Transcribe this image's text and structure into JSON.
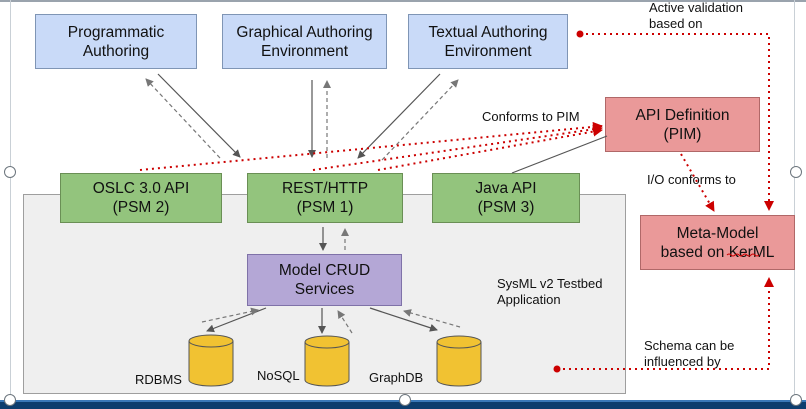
{
  "authoring": {
    "programmatic": "Programmatic\nAuthoring",
    "graphical": "Graphical Authoring\nEnvironment",
    "textual": "Textual Authoring\nEnvironment"
  },
  "psm": {
    "oslc": "OSLC 3.0 API\n(PSM 2)",
    "rest": "REST/HTTP\n(PSM 1)",
    "java": "Java API\n(PSM 3)"
  },
  "api_definition": "API Definition\n(PIM)",
  "meta_model": "Meta-Model\nbased on KerML",
  "crud": "Model CRUD\nServices",
  "databases": {
    "rdbms": "RDBMS",
    "nosql": "NoSQL",
    "graphdb": "GraphDB"
  },
  "labels": {
    "active_validation": "Active validation\nbased on",
    "conforms_to_pim": "Conforms to PIM",
    "io_conforms": "I/O conforms to",
    "testbed": "SysML v2 Testbed\nApplication",
    "schema": "Schema can be\ninfluenced by"
  },
  "colors": {
    "authoring_fill": "#c9daf8",
    "psm_fill": "#93c47d",
    "pim_fill": "#ea9999",
    "crud_fill": "#b4a7d6",
    "database_fill": "#f1c232",
    "dependency_arrow": "#cc0000"
  }
}
